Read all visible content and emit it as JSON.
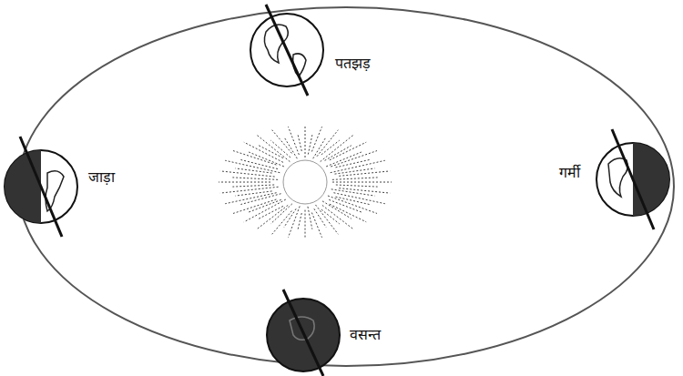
{
  "diagram": {
    "labels": [
      "पतझड़",
      "जाड़ा",
      "गर्मी",
      "वसन्त"
    ]
  }
}
